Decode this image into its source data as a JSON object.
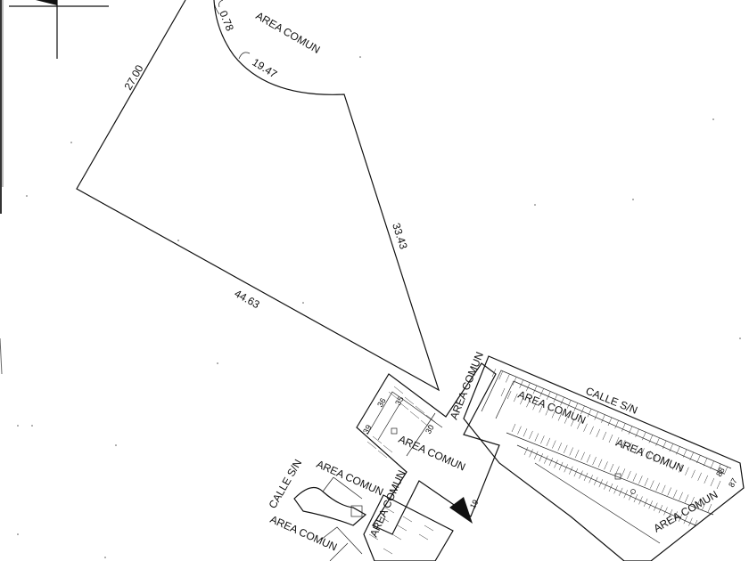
{
  "map": {
    "labels": {
      "area_comun": "AREA COMUN",
      "calle_sn": "CALLE S/N",
      "dim_27": "27.00",
      "dim_44": "44.63",
      "dim_33": "33.43",
      "dim_arc_a": "0.78",
      "dim_arc_b": "19.47",
      "lot_36": "36",
      "lot_35": "35",
      "lot_39": "39",
      "lot_30": "30",
      "lot_88": "88",
      "lot_87": "87",
      "lot_19": "19"
    },
    "colors": {
      "line": "#111111",
      "background": "#ffffff",
      "marker": "#111111"
    }
  }
}
